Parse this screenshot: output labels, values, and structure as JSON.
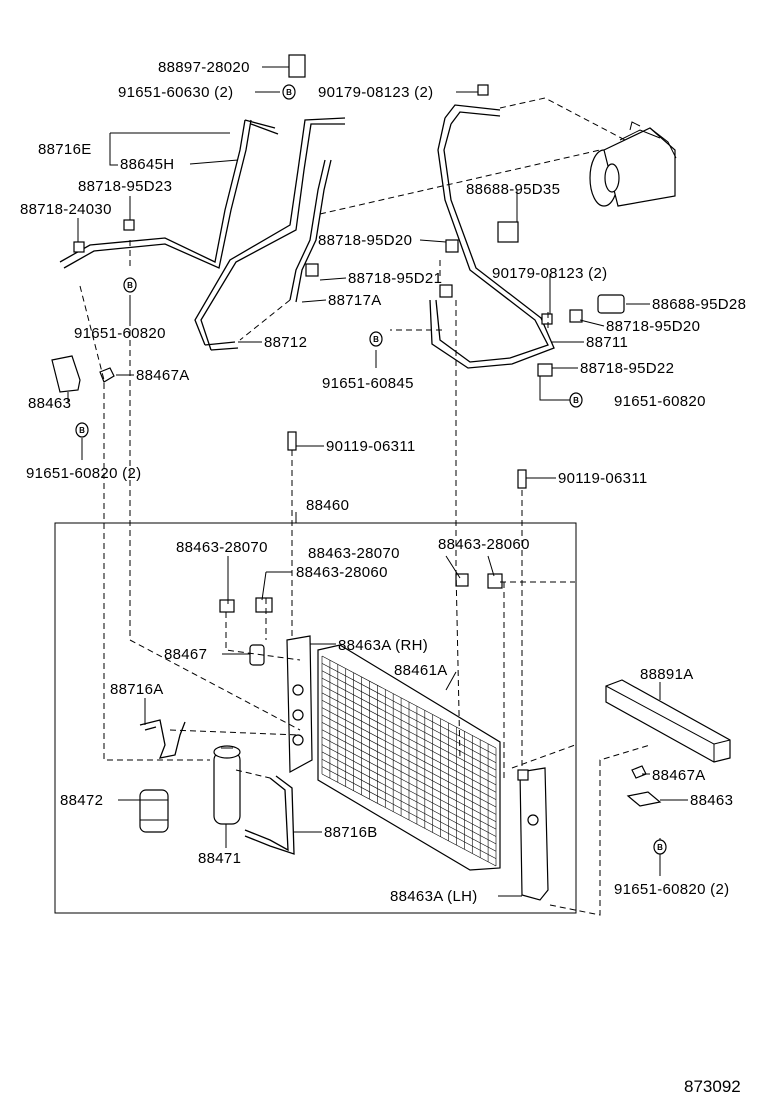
{
  "diagram": {
    "labels": {
      "l_88897_28020": "88897-28020",
      "l_91651_60630_2": "91651-60630 (2)",
      "l_90179_08123_2_top": "90179-08123 (2)",
      "l_88716E": "88716E",
      "l_88645H": "88645H",
      "l_88718_95D23": "88718-95D23",
      "l_88718_24030": "88718-24030",
      "l_88688_95D35": "88688-95D35",
      "l_88718_95D20_mid": "88718-95D20",
      "l_88718_95D21": "88718-95D21",
      "l_90179_08123_2_mid": "90179-08123 (2)",
      "l_88688_95D28": "88688-95D28",
      "l_88717A": "88717A",
      "l_88718_95D20_right": "88718-95D20",
      "l_91651_60820_left": "91651-60820",
      "l_88712": "88712",
      "l_88711": "88711",
      "l_91651_60845": "91651-60845",
      "l_88718_95D22": "88718-95D22",
      "l_88467A_left": "88467A",
      "l_88463_left": "88463",
      "l_91651_60820_right": "91651-60820",
      "l_91651_60820_2_left": "91651-60820 (2)",
      "l_90119_06311_left": "90119-06311",
      "l_90119_06311_right": "90119-06311",
      "l_88460": "88460",
      "l_88463_28070_a": "88463-28070",
      "l_88463_28070_b": "88463-28070",
      "l_88463_28060_a": "88463-28060",
      "l_88463_28060_b": "88463-28060",
      "l_88467": "88467",
      "l_88463A_RH": "88463A (RH)",
      "l_88461A": "88461A",
      "l_88891A": "88891A",
      "l_88716A": "88716A",
      "l_88467A_right": "88467A",
      "l_88463_right": "88463",
      "l_88472": "88472",
      "l_88716B": "88716B",
      "l_88471": "88471",
      "l_91651_60820_2_right": "91651-60820 (2)",
      "l_88463A_LH": "88463A (LH)",
      "l_ref": "873092"
    },
    "bolt_badge": "B"
  }
}
